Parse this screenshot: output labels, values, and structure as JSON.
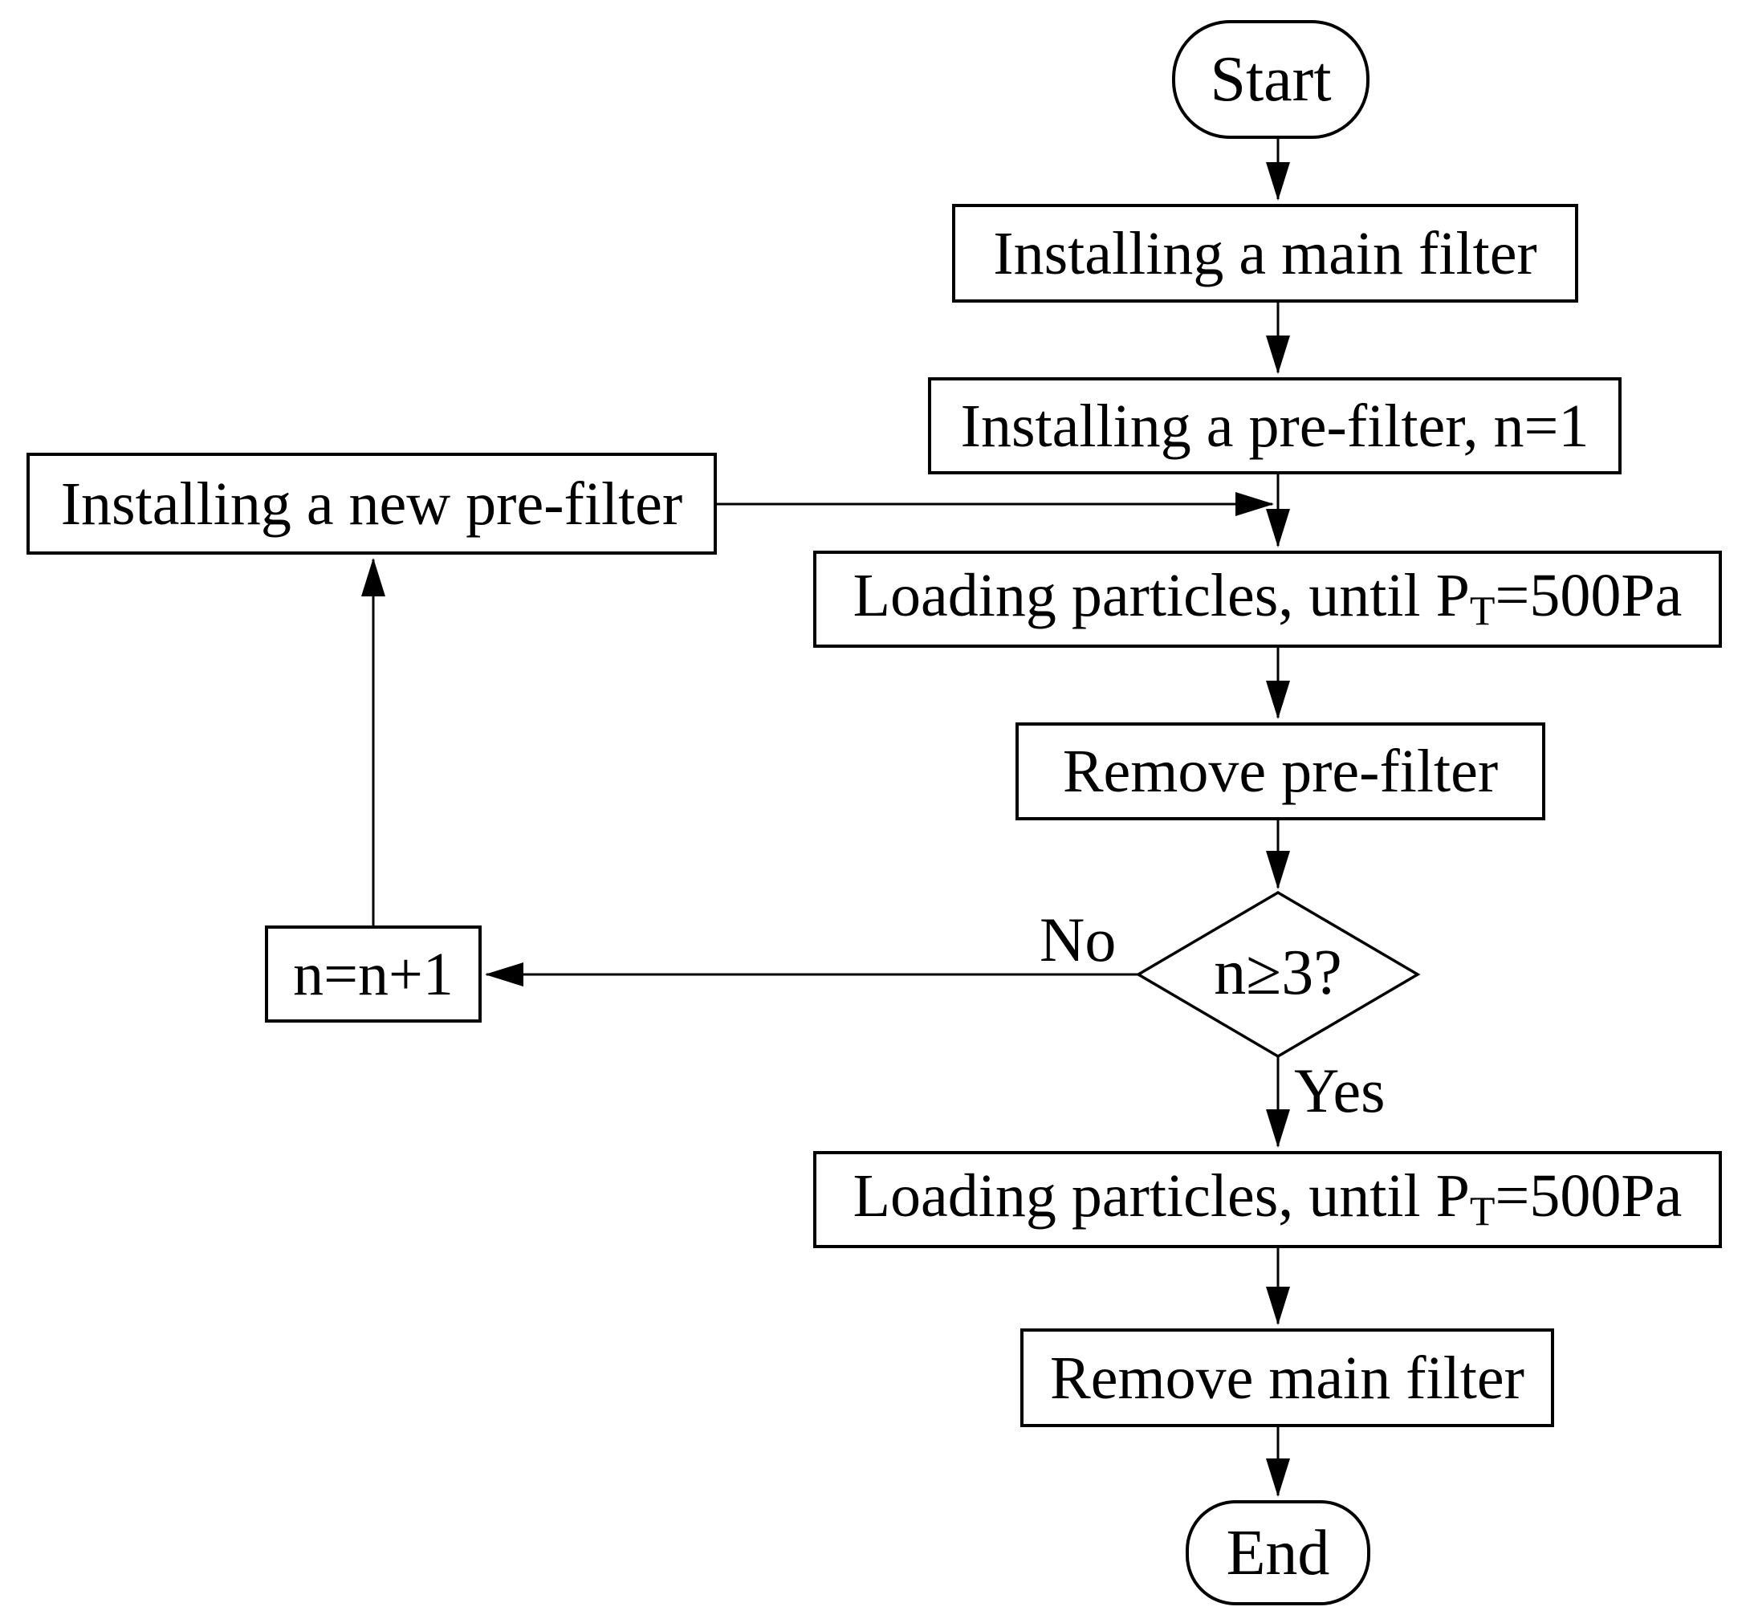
{
  "diagram": {
    "colors": {
      "background": "#ffffff",
      "stroke": "#000000",
      "text": "#000000"
    },
    "nodes": {
      "start": {
        "label": "Start"
      },
      "install_main": {
        "label": "Installing a main filter"
      },
      "install_pre": {
        "label": "Installing a pre-filter, n=1"
      },
      "install_new_pre": {
        "label": "Installing a new pre-filter"
      },
      "loading_1": {
        "text_before_sub": "Loading particles, until P",
        "subscript": "T",
        "text_after_sub": "=500Pa"
      },
      "remove_pre": {
        "label": "Remove pre-filter"
      },
      "decision": {
        "label": "n≥3?"
      },
      "increment": {
        "label": "n=n+1"
      },
      "loading_2": {
        "text_before_sub": "Loading particles, until P",
        "subscript": "T",
        "text_after_sub": "=500Pa"
      },
      "remove_main": {
        "label": "Remove main filter"
      },
      "end": {
        "label": "End"
      }
    },
    "edge_labels": {
      "no": "No",
      "yes": "Yes"
    }
  }
}
